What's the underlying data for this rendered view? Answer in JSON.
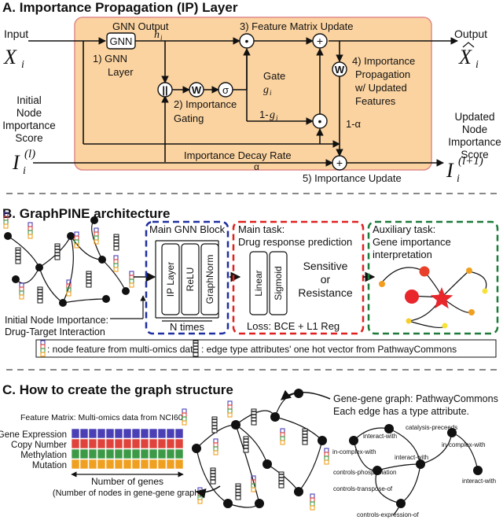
{
  "section_a": {
    "title": "A. Importance Propagation (IP) Layer",
    "input_label": "Input",
    "input_var": "X",
    "input_sub": "i",
    "output_label": "Output",
    "output_var": "X",
    "output_sub": "i",
    "initial_score_lines": [
      "Initial",
      "Node",
      "Importance",
      "Score"
    ],
    "initial_score_var": "I",
    "initial_score_sub": "i",
    "initial_score_sup": "(l)",
    "updated_score_lines": [
      "Updated",
      "Node",
      "Importance",
      "Score"
    ],
    "updated_score_var": "I",
    "updated_score_sub": "i",
    "updated_score_sup": "(l+1)",
    "gnn_box": "GNN",
    "gnn_output": "GNN Output",
    "h_var": "h",
    "h_sub": "i",
    "step1_lines": [
      "1) GNN",
      "Layer"
    ],
    "step2_lines": [
      "2) Importance",
      "Gating"
    ],
    "step3": "3) Feature Matrix Update",
    "step4_lines": [
      "4) Importance",
      "Propagation",
      "w/ Updated",
      "Features"
    ],
    "step5": "5) Importance Update",
    "concat_symbol": "||",
    "w_symbol": "W",
    "sigma_symbol": "σ",
    "dot_symbol": "•",
    "plus_symbol": "+",
    "gate_label": "Gate",
    "g_var": "g",
    "g_sub": "i",
    "one_minus_g_prefix": "1-",
    "one_minus_alpha": "1-α",
    "decay_label": "Importance Decay Rate",
    "alpha": "α"
  },
  "section_b": {
    "title": "B. GraphPINE architecture",
    "main_block": "Main GNN Block",
    "layers": [
      "IP Layer",
      "ReLU",
      "GraphNorm"
    ],
    "n_times": "N times",
    "initial_importance_lines": [
      "Initial Node Importance:",
      "Drug-Target Interaction"
    ],
    "main_task_lines": [
      "Main task:",
      "Drug response prediction"
    ],
    "head_layers": [
      "Linear",
      "Sigmoid"
    ],
    "outcome_lines": [
      "Sensitive",
      "or",
      "Resistance"
    ],
    "loss": "Loss: BCE + L1 Reg",
    "aux_task_lines": [
      "Auxiliary task:",
      "Gene importance",
      "interpretation"
    ],
    "legend_node": ": node feature from multi-omics data",
    "legend_edge": ": edge type attributes' one hot vector from PathwayCommons",
    "colors": {
      "blue_box": "#1f2fa0",
      "red_box": "#e02020",
      "green_box": "#1e7a3a",
      "panel": "#fbd3a0",
      "panel_border": "#e08a8a",
      "star": "#e8262c"
    }
  },
  "section_c": {
    "title": "C. How to create the graph structure",
    "feature_matrix_title": "Feature Matrix: Multi-omics data from NCI60",
    "rows": [
      {
        "label": "Gene Expression",
        "color": "#4a3fb5"
      },
      {
        "label": "Copy Number",
        "color": "#e0433b"
      },
      {
        "label": "Methylation",
        "color": "#3c9a47"
      },
      {
        "label": "Mutation",
        "color": "#f0a020"
      }
    ],
    "num_genes_lines": [
      "Number of genes",
      "(Number of nodes in gene-gene graph)"
    ],
    "gene_graph_lines": [
      "Gene-gene graph: PathwayCommons",
      "Each edge has a type attribute."
    ],
    "edge_types": [
      "catalysis-preceeds",
      "interact-with",
      "in-complex-with",
      "in-complex-with",
      "interact-with",
      "controls-phospholation",
      "interact-with",
      "controls-transpose-of",
      "controls-expression-of"
    ]
  }
}
